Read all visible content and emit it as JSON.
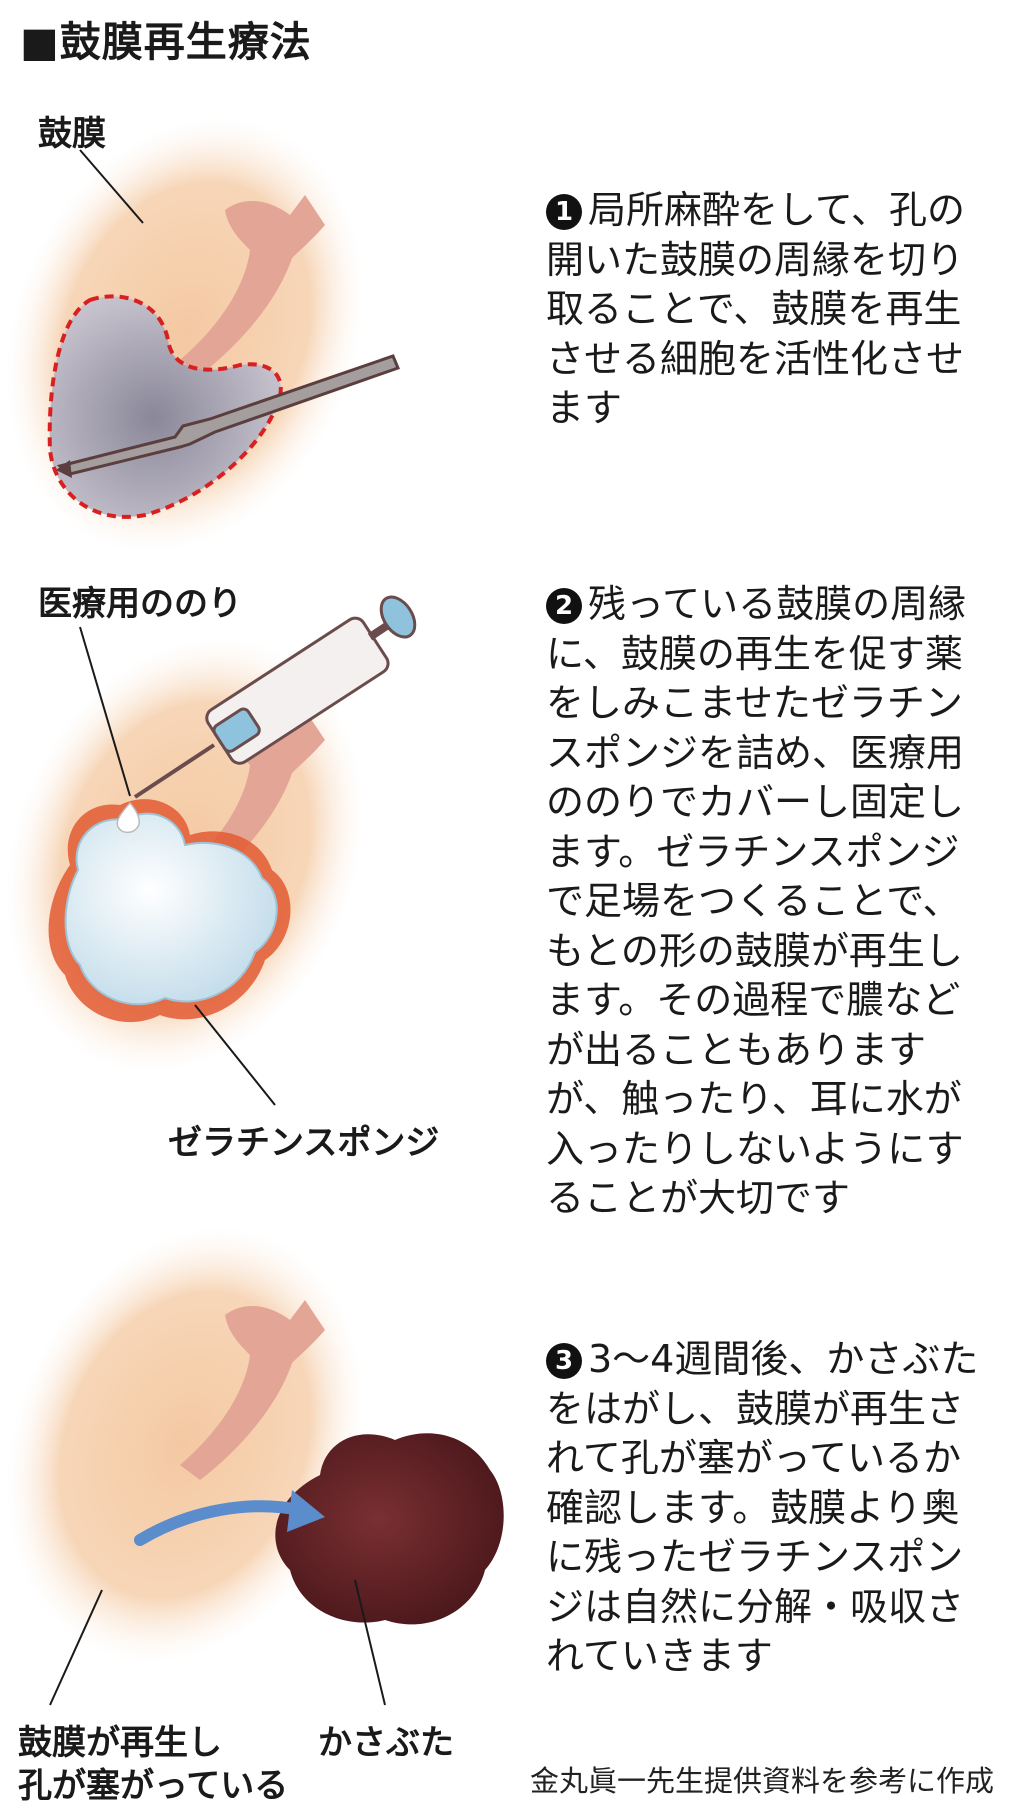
{
  "title": "■鼓膜再生療法",
  "labels": {
    "eardrum": "鼓膜",
    "medical_glue": "医療用ののり",
    "gelatin_sponge": "ゼラチンスポンジ",
    "regenerated": "鼓膜が再生し",
    "hole_closed": "孔が塞がっている",
    "scab": "かさぶた"
  },
  "steps": [
    {
      "number": "1",
      "text": "局所麻酔をして、孔の開いた鼓膜の周縁を切り取ることで、鼓膜を再生させる細胞を活性化させます"
    },
    {
      "number": "2",
      "text": "残っている鼓膜の周縁に、鼓膜の再生を促す薬をしみこませたゼラチンスポンジを詰め、医療用ののりでカバーし固定します。ゼラチンスポンジで足場をつくることで、もとの形の鼓膜が再生します。その過程で膿などが出ることもありますが、触ったり、耳に水が入ったりしないようにすることが大切です"
    },
    {
      "number": "3",
      "text": "3〜4週間後、かさぶたをはがし、鼓膜が再生されて孔が塞がっているか確認します。鼓膜より奥に残ったゼラチンスポンジは自然に分解・吸収されていきます"
    }
  ],
  "credit": "金丸眞一先生提供資料を参考に作成",
  "colors": {
    "skin": "#f3c9a3",
    "ossicle": "#e3a595",
    "hole": "#9a98aa",
    "dashed_cut": "#d92020",
    "sponge": "#dcecf4",
    "scab": "#5e1e22",
    "arrow": "#5b8ccc"
  }
}
